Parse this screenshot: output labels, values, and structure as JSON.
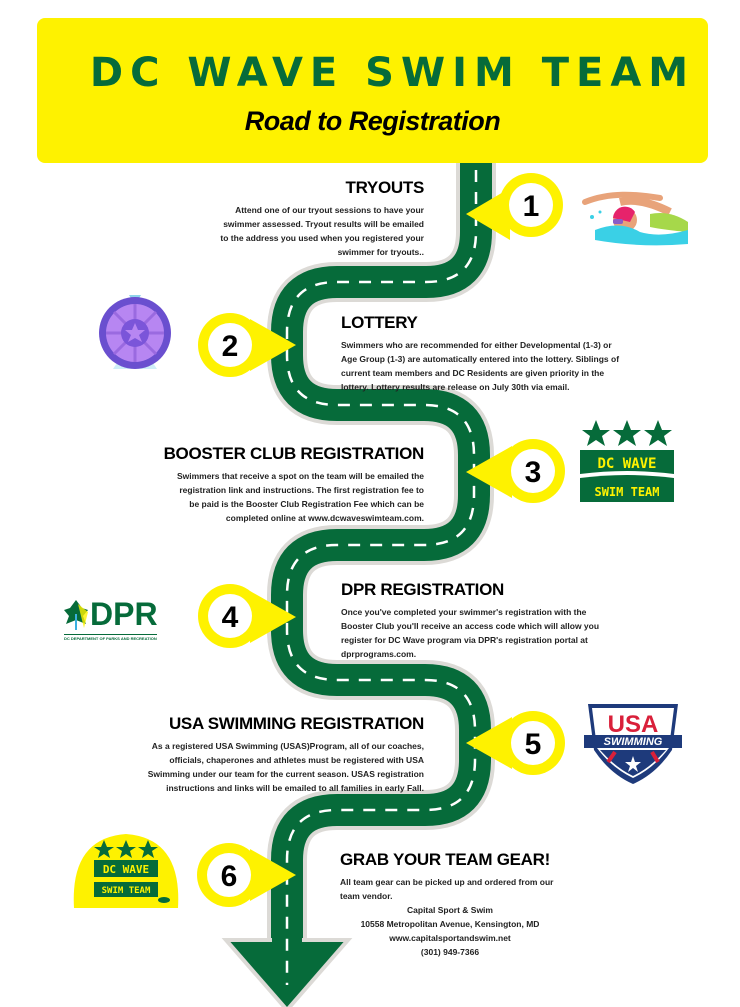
{
  "header": {
    "title": "DC WAVE SWIM TEAM",
    "subtitle": "Road to Registration"
  },
  "colors": {
    "yellow": "#fef200",
    "green": "#066b3a",
    "road_border": "#dcdad6"
  },
  "steps": [
    {
      "number": "1",
      "heading": "TRYOUTS",
      "lines": [
        "Attend one of our tryout sessions to have your",
        "swimmer assessed. Tryout results will be emailed",
        "to the address you used when you registered your",
        "swimmer for tryouts.."
      ]
    },
    {
      "number": "2",
      "heading": "LOTTERY",
      "lines": [
        "Swimmers who are recommended for either Developmental (1-3) or",
        "Age Group (1-3) are automatically entered into the lottery. Siblings of",
        "current team members and DC Residents are given priority in the",
        "lottery. Lottery results are release on July 30th via email."
      ]
    },
    {
      "number": "3",
      "heading": "BOOSTER CLUB REGISTRATION",
      "lines": [
        "Swimmers  that receive a spot on the team will be emailed the",
        "registration link and instructions. The first registration fee to",
        "be paid is the Booster Club Registration Fee which can be",
        "completed online at www.dcwaveswimteam.com."
      ]
    },
    {
      "number": "4",
      "heading": "DPR REGISTRATION",
      "lines": [
        "Once you've completed your swimmer's registration with the",
        "Booster Club you'll receive an access code which will allow you",
        "register for DC Wave program via DPR's registration portal at",
        "dprprograms.com."
      ]
    },
    {
      "number": "5",
      "heading": "USA SWIMMING REGISTRATION",
      "lines": [
        "As a registered USA Swimming (USAS)Program, all of our coaches,",
        "officials, chaperones and athletes must be registered with USA",
        "Swimming under our team for the current season. USAS registration",
        "instructions and links will be emailed to all families in early Fall."
      ]
    },
    {
      "number": "6",
      "heading": "GRAB YOUR TEAM GEAR!",
      "lines": [
        "All team gear can be picked up and ordered from our",
        "team vendor."
      ],
      "vendor": [
        "Capital Sport & Swim",
        "10558 Metropolitan Avenue, Kensington, MD",
        "www.capitalsportandswim.net",
        "(301) 949-7366"
      ]
    }
  ],
  "logos": {
    "dc_wave_badge": [
      "DC WAVE",
      "SWIM TEAM"
    ],
    "dpr": {
      "mark": "DPR",
      "caption": "DC DEPARTMENT OF PARKS AND RECREATION"
    },
    "usa_swimming": [
      "USA",
      "SWIMMING"
    ],
    "cap": [
      "DC WAVE",
      "SWIM TEAM"
    ]
  }
}
